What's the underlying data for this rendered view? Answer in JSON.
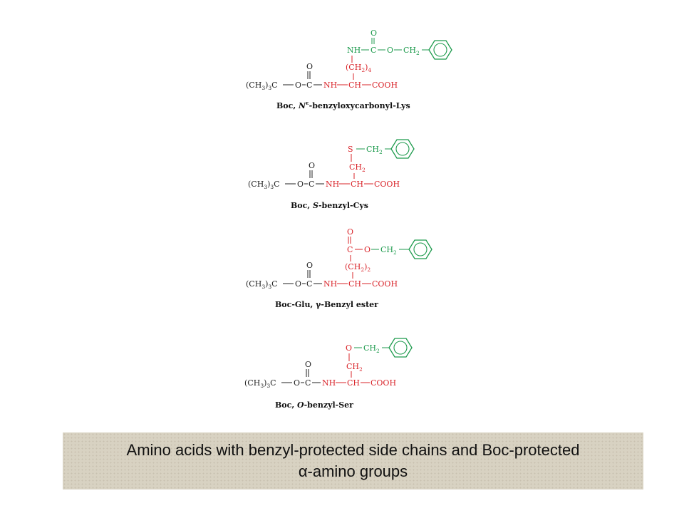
{
  "colors": {
    "boc": "#222222",
    "backbone": "#d9242a",
    "protecting_group": "#1c9a4c",
    "caption_bg": "#d8d2c2"
  },
  "common": {
    "boc_group": "(CH3)3C",
    "o_atom": "O",
    "carbonyl_c": "C",
    "carbonyl_o": "O",
    "nh": "NH",
    "ch": "CH",
    "cooh": "COOH"
  },
  "structures": [
    {
      "name": "Boc, Nε-benzyloxycarbonyl-Lys",
      "side_chain": "(CH2)4",
      "protecting_group": "NH–C(=O)–O–CH2–phenyl"
    },
    {
      "name": "Boc, S-benzyl-Cys",
      "side_chain": "CH2",
      "protecting_group": "S–CH2–phenyl"
    },
    {
      "name": "Boc-Glu, γ-Benzyl ester",
      "side_chain": "(CH2)2",
      "protecting_group": "C(=O)–O–CH2–phenyl"
    },
    {
      "name": "Boc, O-benzyl-Ser",
      "side_chain": "CH2",
      "protecting_group": "O–CH2–phenyl"
    }
  ],
  "labels": {
    "lys_1": "Boc, ",
    "lys_2": "N",
    "lys_3": "ε",
    "lys_4": "-benzyloxycarbonyl-Lys",
    "cys_1": "Boc, ",
    "cys_2": "S",
    "cys_3": "-benzyl-Cys",
    "glu_1": "Boc-Glu, γ",
    "glu_2": "-Benzyl ester",
    "ser_1": "Boc, ",
    "ser_2": "O",
    "ser_3": "-benzyl-Ser"
  },
  "caption": {
    "line1": "Amino acids with benzyl-protected side chains and Boc-protected",
    "line2": "α-amino groups"
  }
}
